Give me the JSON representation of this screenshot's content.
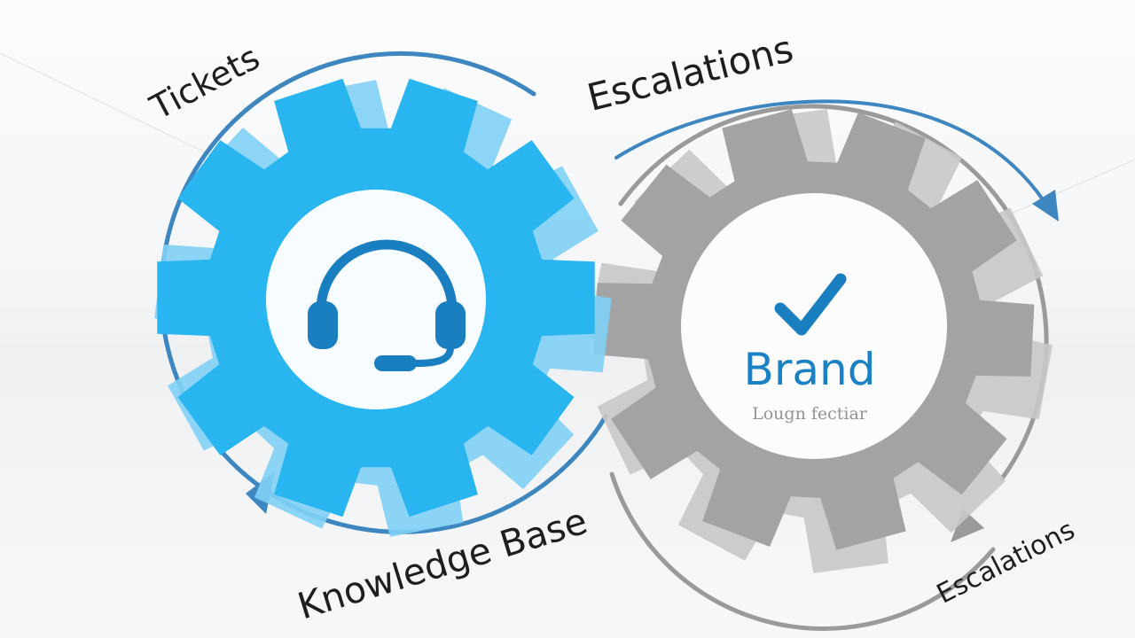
{
  "labels": {
    "tickets": "Tickets",
    "escalations_top": "Escalations",
    "knowledge_base": "Knowledge Base",
    "escalations_bottom": "Escalations"
  },
  "brand": {
    "name": "Brand",
    "tagline": "Lougn fectiar"
  },
  "icons": {
    "left_gear": "headset-icon",
    "right_gear": "checkmark-icon"
  },
  "colors": {
    "blue_gear": "#29b5f0",
    "blue_gear_shadow": "#7fd0f5",
    "gray_gear": "#a3a3a3",
    "gray_gear_shadow": "#c8c8c8",
    "arrow_blue": "#3d86c0",
    "arrow_gray": "#9a9a9a",
    "icon_blue": "#1a7fc0",
    "text_dark": "#1e1e1e"
  }
}
